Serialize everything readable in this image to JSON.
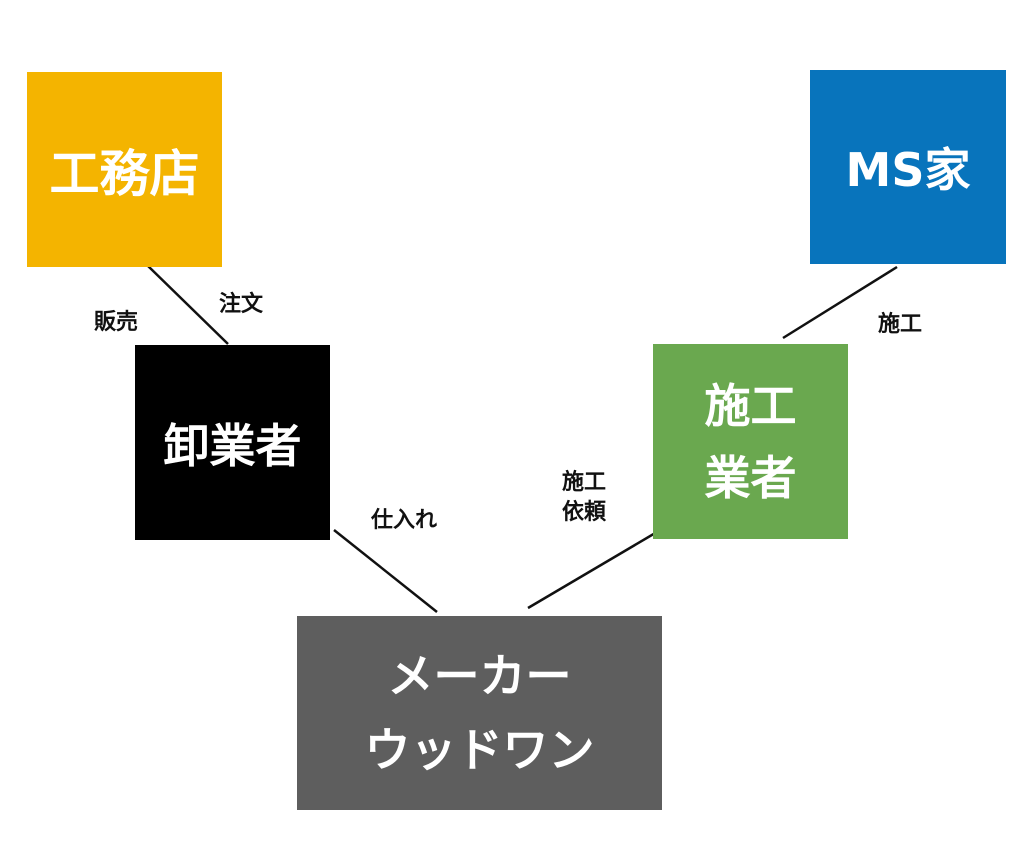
{
  "colors": {
    "koumuten": "#F4B400",
    "ms_home": "#0874BC",
    "oroshi": "#000000",
    "sekou": "#6AA84F",
    "maker": "#5E5E5E",
    "line": "#111111"
  },
  "boxes": {
    "koumuten": {
      "text": "工務店"
    },
    "ms_home": {
      "text": "MS家"
    },
    "oroshi": {
      "text": "卸業者"
    },
    "sekou": {
      "line1": "施工",
      "line2": "業者"
    },
    "maker": {
      "line1": "メーカー",
      "line2": "ウッドワン"
    }
  },
  "labels": {
    "hanbai": "販売",
    "chuumon": "注文",
    "shiire": "仕入れ",
    "sekou_irai_line1": "施工",
    "sekou_irai_line2": "依頼",
    "sekou_right": "施工"
  }
}
